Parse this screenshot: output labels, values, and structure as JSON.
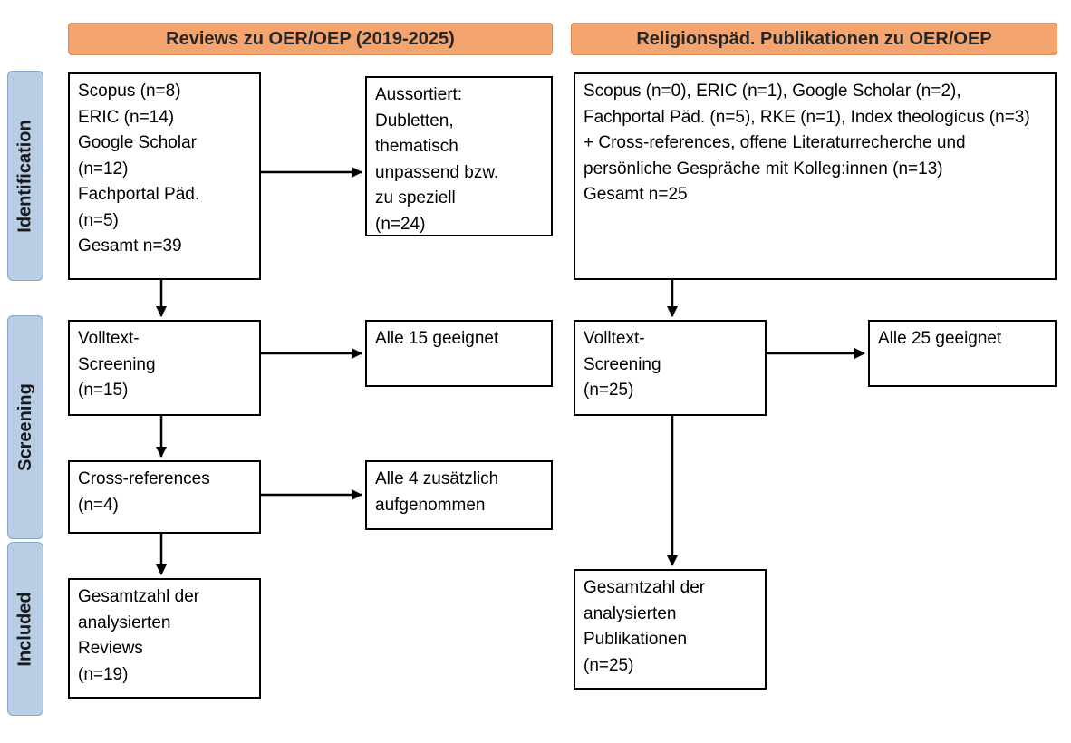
{
  "headers": {
    "left": "Reviews zu OER/OEP (2019-2025)",
    "right": "Religionspäd. Publikationen zu OER/OEP"
  },
  "stages": {
    "identification": "Identification",
    "screening": "Screening",
    "included": "Included"
  },
  "boxes": {
    "left_identification": "Scopus (n=8)\nERIC (n=14)\nGoogle Scholar\n(n=12)\nFachportal Päd.\n(n=5)\nGesamt n=39",
    "left_excluded": "Aussortiert:\nDubletten,\nthematisch\nunpassend bzw.\nzu speziell\n(n=24)",
    "right_identification": "Scopus (n=0), ERIC (n=1), Google Scholar (n=2), Fachportal Päd. (n=5), RKE (n=1), Index theologicus (n=3)\n+ Cross-references, offene Literaturrecherche und persönliche Gespräche mit Kolleg:innen (n=13)\nGesamt n=25",
    "left_screening": "Volltext-\nScreening\n(n=15)",
    "left_screening_result": "Alle 15 geeignet",
    "right_screening": "Volltext-\nScreening\n(n=25)",
    "right_screening_result": "Alle 25 geeignet",
    "left_crossref": "Cross-references\n(n=4)",
    "left_crossref_result": "Alle 4 zusätzlich\naufgenommen",
    "left_included": "Gesamtzahl der\nanalysierten\nReviews\n(n=19)",
    "right_included": "Gesamtzahl der\nanalysierten\nPublikationen\n(n=25)"
  },
  "colors": {
    "header_fill": "#F4A46E",
    "stage_fill": "#B9CDE5",
    "box_border": "#000000",
    "arrow": "#000000"
  }
}
